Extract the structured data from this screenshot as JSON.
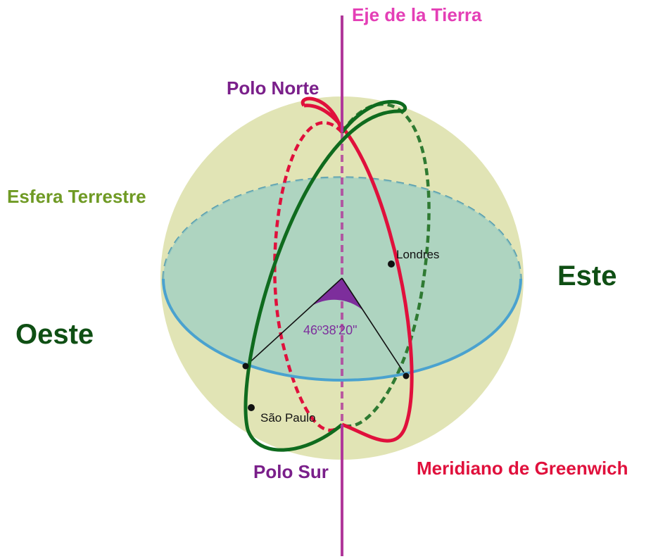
{
  "colors": {
    "axis": "#b0379a",
    "sphere_fill": "#dcdfa8",
    "equator_fill": "#9fcfc3",
    "equator_line": "#4aa2cf",
    "greenwich": "#e0103c",
    "meridian_green": "#0f6b1e",
    "angle_fill": "#7d2e9c",
    "label_axis": "#e43fb6",
    "label_pole": "#7a1f8a",
    "label_sphere": "#6f9a24",
    "label_cardinal": "#0f4f14",
    "label_greenwich": "#e0103c",
    "label_angle": "#7d2e9c"
  },
  "labels": {
    "axis": "Eje de la Tierra",
    "north_pole": "Polo Norte",
    "south_pole": "Polo Sur",
    "sphere": "Esfera Terrestre",
    "east": "Este",
    "west": "Oeste",
    "greenwich": "Meridiano de Greenwich",
    "london": "Londres",
    "sao_paulo": "São Paulo",
    "angle": "46º38'20\""
  }
}
